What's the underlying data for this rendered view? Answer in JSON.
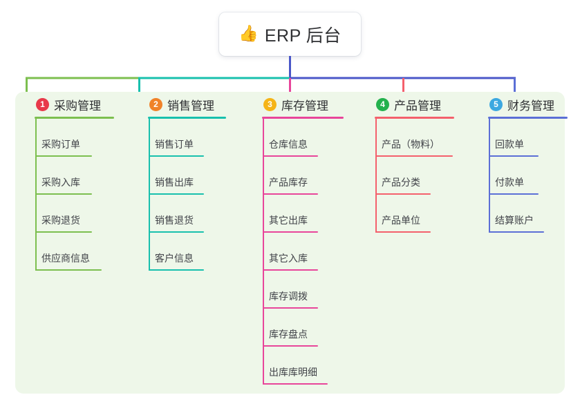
{
  "root": {
    "icon": "thumbs-up-icon",
    "emoji": "👍",
    "title": "ERP 后台"
  },
  "canvas": {
    "background": "#ffffff",
    "panel_background": "#eef7e9"
  },
  "connector_colors": {
    "root_stem": "#4a57c8",
    "trunk_green": "#7cbf4f",
    "trunk_teal": "#18c0ad",
    "trunk_blue": "#4a57c8",
    "drop_1": "#7cbf4f",
    "drop_2": "#18c0ad",
    "drop_3": "#e8459a",
    "drop_4": "#f4606c",
    "drop_5": "#5b6fd6"
  },
  "columns": [
    {
      "index": "1",
      "title": "采购管理",
      "badge_color": "#e8394a",
      "line_color": "#7cbf4f",
      "rule_width": 115,
      "items": [
        {
          "label": "采购订单",
          "rule_width": 82
        },
        {
          "label": "采购入库",
          "rule_width": 82
        },
        {
          "label": "采购退货",
          "rule_width": 82
        },
        {
          "label": "供应商信息",
          "rule_width": 96
        }
      ]
    },
    {
      "index": "2",
      "title": "销售管理",
      "badge_color": "#f08229",
      "line_color": "#18c0ad",
      "rule_width": 113,
      "items": [
        {
          "label": "销售订单",
          "rule_width": 80
        },
        {
          "label": "销售出库",
          "rule_width": 80
        },
        {
          "label": "销售退货",
          "rule_width": 80
        },
        {
          "label": "客户信息",
          "rule_width": 80
        }
      ]
    },
    {
      "index": "3",
      "title": "库存管理",
      "badge_color": "#f5b417",
      "line_color": "#e8459a",
      "rule_width": 118,
      "items": [
        {
          "label": "仓库信息",
          "rule_width": 80
        },
        {
          "label": "产品库存",
          "rule_width": 80
        },
        {
          "label": "其它出库",
          "rule_width": 80
        },
        {
          "label": "其它入库",
          "rule_width": 80
        },
        {
          "label": "库存调拨",
          "rule_width": 80
        },
        {
          "label": "库存盘点",
          "rule_width": 80
        },
        {
          "label": "出库库明细",
          "rule_width": 94
        }
      ]
    },
    {
      "index": "4",
      "title": "产品管理",
      "badge_color": "#23b14d",
      "line_color": "#f4606c",
      "rule_width": 115,
      "items": [
        {
          "label": "产品（物料）",
          "rule_width": 112
        },
        {
          "label": "产品分类",
          "rule_width": 80
        },
        {
          "label": "产品单位",
          "rule_width": 80
        }
      ]
    },
    {
      "index": "5",
      "title": "财务管理",
      "badge_color": "#3ca8e0",
      "line_color": "#5b6fd6",
      "rule_width": 115,
      "items": [
        {
          "label": "回款单",
          "rule_width": 72
        },
        {
          "label": "付款单",
          "rule_width": 72
        },
        {
          "label": "结算账户",
          "rule_width": 80
        }
      ]
    }
  ]
}
